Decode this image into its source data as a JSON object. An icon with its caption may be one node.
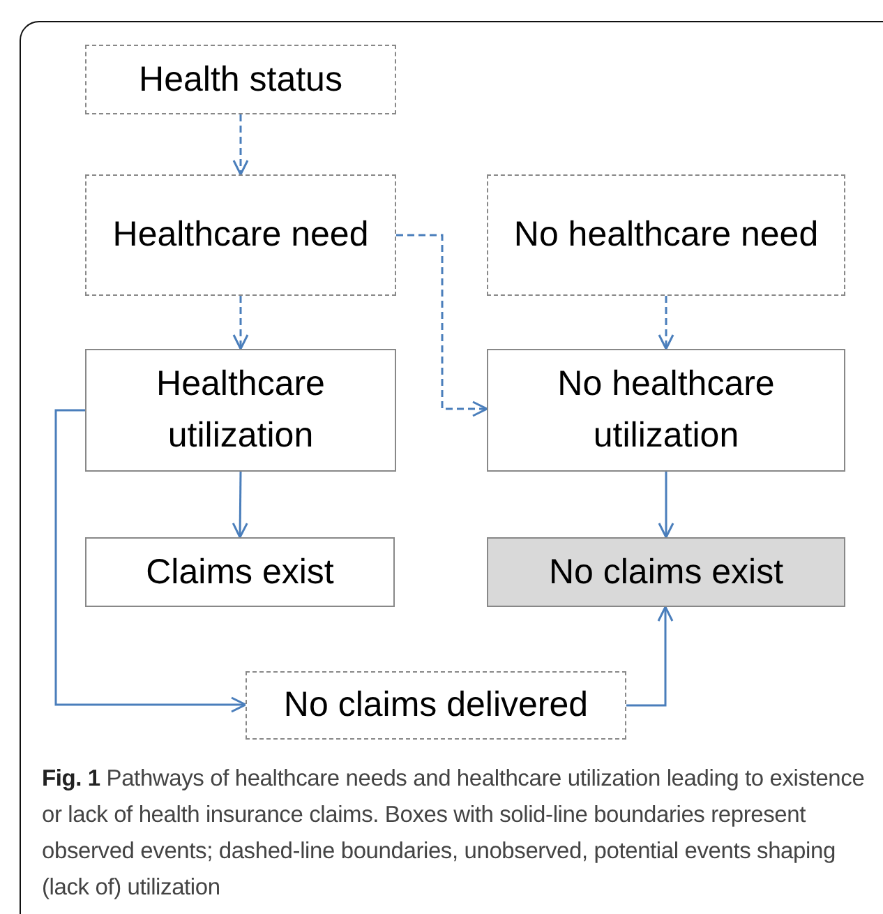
{
  "diagram": {
    "caption": "**Fig. 1** Pathways of healthcare needs and healthcare utilization leading to existence or lack of health insurance claims. Boxes with solid-line boundaries represent observed events; dashed-line boundaries, unobserved, potential events shaping (lack of) utilization",
    "nodes": [
      {
        "text": [
          "Health status"
        ]
      },
      {
        "text": [
          "Healthcare need"
        ]
      },
      {
        "text": [
          "No healthcare need"
        ]
      },
      {
        "text": [
          "Healthcare utilization"
        ]
      },
      {
        "text": [
          "No healthcare utilization"
        ]
      },
      {
        "text": [
          "Claims exist"
        ]
      },
      {
        "text": [
          "No claims exist"
        ]
      },
      {
        "text": [
          "No claims delivered"
        ]
      }
    ],
    "edges": [
      {
        "from": 0,
        "to": 1,
        "arrow": "to",
        "style": "dashed"
      },
      {
        "from": 1,
        "to": 3,
        "arrow": "to",
        "style": "dashed"
      },
      {
        "from": 1,
        "to": 4,
        "arrow": "to",
        "style": "dashed"
      },
      {
        "from": 2,
        "to": 4,
        "arrow": "to",
        "style": "dashed"
      },
      {
        "from": 3,
        "to": 5,
        "arrow": "to"
      },
      {
        "from": 4,
        "to": 6,
        "arrow": "to"
      },
      {
        "from": 3,
        "to": 7,
        "arrow": "to"
      },
      {
        "from": 7,
        "to": 6,
        "arrow": "to"
      }
    ]
  }
}
